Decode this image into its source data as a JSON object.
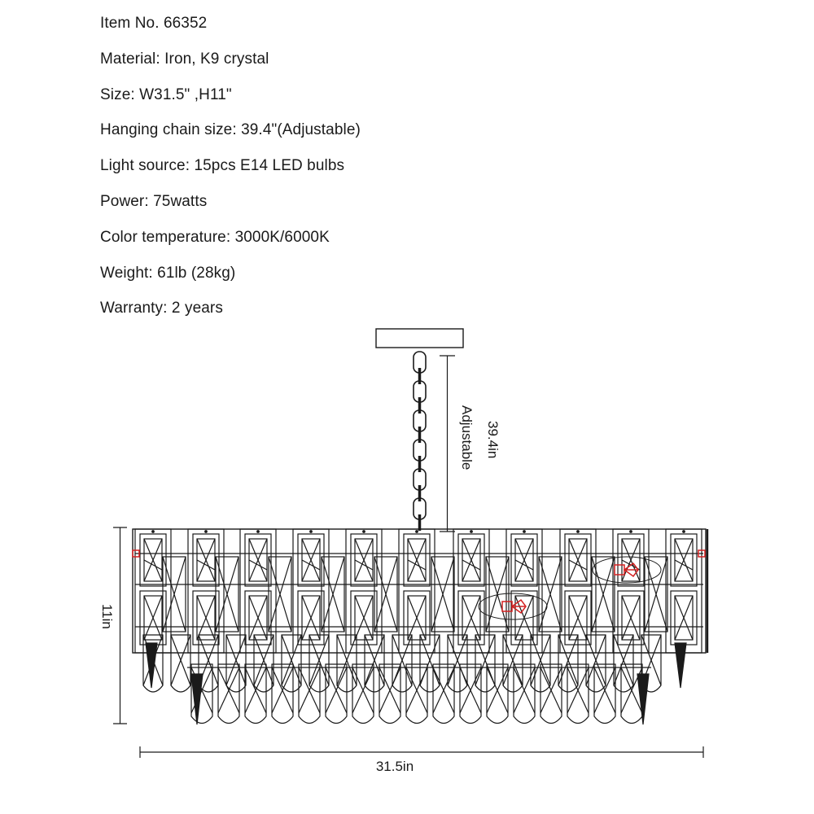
{
  "specs": [
    "Item No. 66352",
    "Material: Iron, K9 crystal",
    "Size: W31.5\" ,H11\"",
    "Hanging chain size: 39.4\"(Adjustable)",
    "Light source: 15pcs E14 LED bulbs",
    "Power: 75watts",
    "Color temperature: 3000K/6000K",
    "Weight: 61lb (28kg)",
    "Warranty: 2 years"
  ],
  "dimensions": {
    "chain_length": "39.4in",
    "chain_note": "Adjustable",
    "height": "11in",
    "width": "31.5in"
  },
  "colors": {
    "line": "#1a1a1a",
    "bulb_accent": "#d42020"
  }
}
